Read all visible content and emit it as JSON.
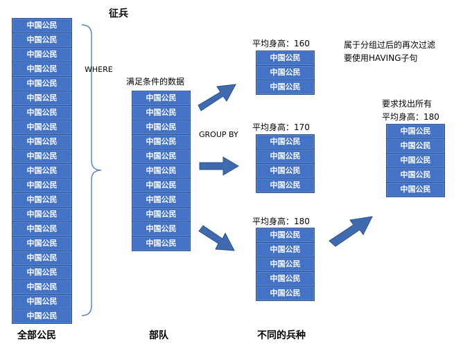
{
  "cell_text": "中国公民",
  "title": "征兵",
  "where_label": "WHERE",
  "groupby_label": "GROUP BY",
  "filtered_label": "满足条件的数据",
  "groups": [
    {
      "label": "平均身高：160"
    },
    {
      "label": "平均身高：170"
    },
    {
      "label": "平均身高：180"
    }
  ],
  "having_note": [
    "属于分组过后的再次过滤",
    "要使用HAVING子句"
  ],
  "result_label": [
    "要求找出所有",
    "平均身高：180"
  ],
  "bottom_labels": {
    "all_citizens": "全部公民",
    "troops": "部队",
    "branches": "不同的兵种"
  },
  "colors": {
    "cell_fill": "#4472c4",
    "cell_text": "#ffffff",
    "arrow": "#3f6aad",
    "brace": "#5b86c4"
  }
}
